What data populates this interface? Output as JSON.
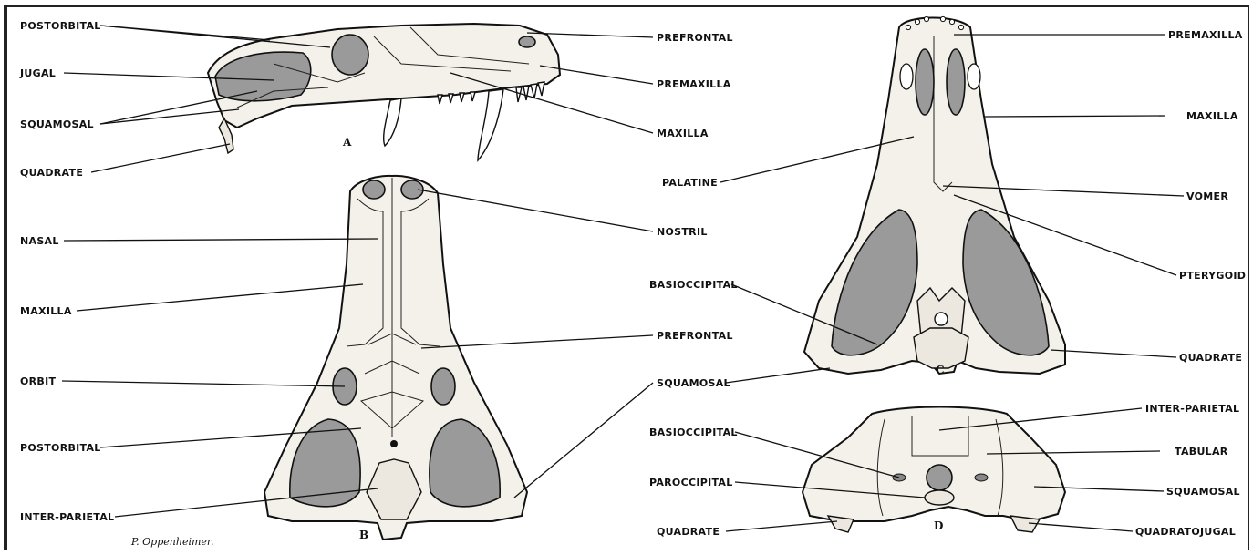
{
  "views": {
    "a": "A",
    "b": "B",
    "c": "C",
    "d": "D"
  },
  "signature": "P. Oppenheimer.",
  "labels_a": {
    "postorbital": "POSTORBITAL",
    "jugal": "JUGAL",
    "squamosal": "SQUAMOSAL",
    "quadrate": "QUADRATE",
    "prefrontal": "PREFRONTAL",
    "premaxilla": "PREMAXILLA",
    "maxilla": "MAXILLA"
  },
  "labels_b": {
    "nasal": "NASAL",
    "maxilla": "MAXILLA",
    "orbit": "ORBIT",
    "postorbital": "POSTORBITAL",
    "interparietal": "INTER-PARIETAL",
    "nostril": "NOSTRIL",
    "prefrontal": "PREFRONTAL",
    "squamosal": "SQUAMOSAL"
  },
  "labels_c": {
    "premaxilla": "PREMAXILLA",
    "maxilla": "MAXILLA",
    "palatine": "PALATINE",
    "vomer": "VOMER",
    "basioccipital": "BASIOCCIPITAL",
    "pterygoid": "PTERYGOID",
    "quadrate": "QUADRATE"
  },
  "labels_d": {
    "interparietal": "INTER-PARIETAL",
    "basioccipital": "BASIOCCIPITAL",
    "tabular": "TABULAR",
    "paroccipital": "PAROCCIPITAL",
    "squamosal": "SQUAMOSAL",
    "quadrate": "QUADRATE",
    "quadratojugal": "QUADRATOJUGAL"
  }
}
